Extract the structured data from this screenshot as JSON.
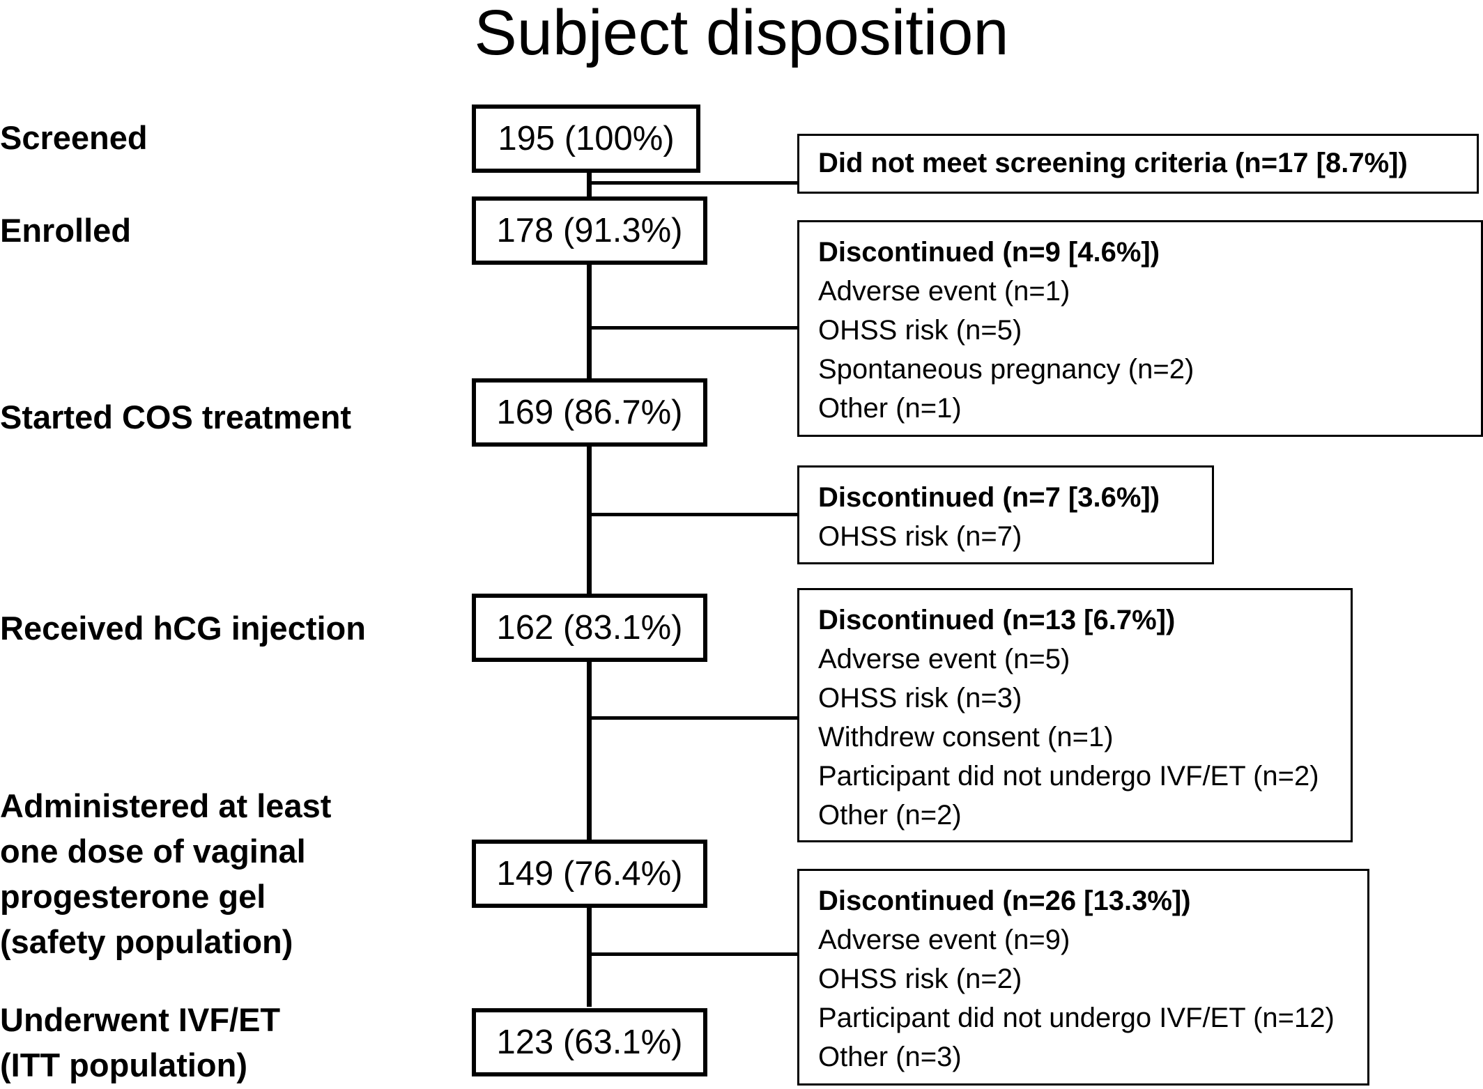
{
  "title": "Subject disposition",
  "stages": [
    {
      "label_lines": [
        "Screened"
      ],
      "count": "195 (100%)"
    },
    {
      "label_lines": [
        "Enrolled"
      ],
      "count": "178 (91.3%)"
    },
    {
      "label_lines": [
        "Started COS treatment"
      ],
      "count": "169 (86.7%)"
    },
    {
      "label_lines": [
        "Received hCG injection"
      ],
      "count": "162 (83.1%)"
    },
    {
      "label_lines": [
        "Administered at least",
        "one dose of vaginal",
        "progesterone gel",
        "(safety population)"
      ],
      "count": "149 (76.4%)"
    },
    {
      "label_lines": [
        "Underwent IVF/ET",
        "(ITT population)"
      ],
      "count": "123 (63.1%)"
    }
  ],
  "exclusions": [
    {
      "header": "Did not meet screening criteria (n=17 [8.7%])",
      "reasons": []
    },
    {
      "header": "Discontinued (n=9 [4.6%])",
      "reasons": [
        "Adverse event (n=1)",
        "OHSS risk (n=5)",
        "Spontaneous pregnancy (n=2)",
        "Other (n=1)"
      ]
    },
    {
      "header": "Discontinued (n=7 [3.6%])",
      "reasons": [
        "OHSS risk (n=7)"
      ]
    },
    {
      "header": "Discontinued (n=13 [6.7%])",
      "reasons": [
        "Adverse event (n=5)",
        "OHSS risk (n=3)",
        "Withdrew consent (n=1)",
        "Participant did not undergo IVF/ET (n=2)",
        "Other (n=2)"
      ]
    },
    {
      "header": "Discontinued (n=26 [13.3%])",
      "reasons": [
        "Adverse event (n=9)",
        "OHSS risk (n=2)",
        "Participant did not undergo IVF/ET (n=12)",
        "Other (n=3)"
      ]
    }
  ]
}
